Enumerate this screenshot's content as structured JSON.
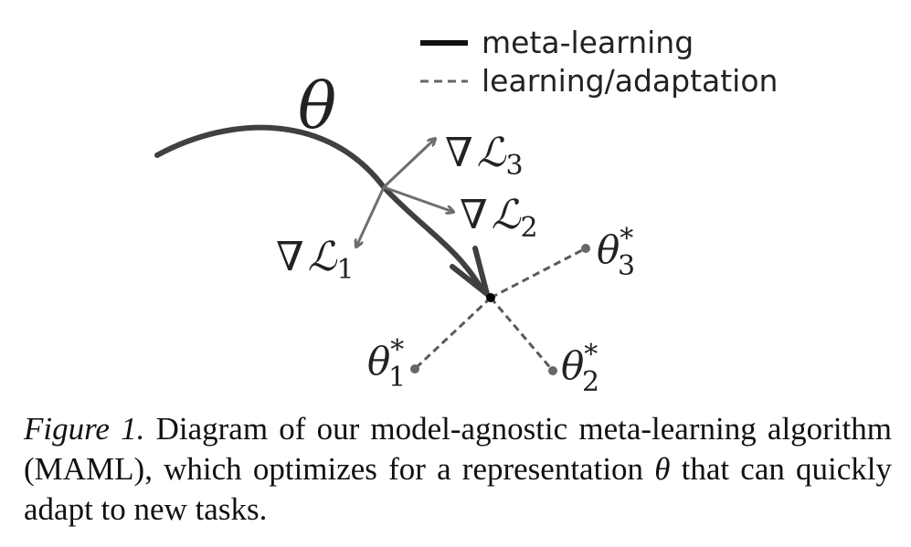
{
  "legend": {
    "solid_label": "meta-learning",
    "dashed_label": "learning/adaptation"
  },
  "diagram": {
    "theta": "θ",
    "grad_symbol": "∇",
    "loss_symbol": "ℒ",
    "grad_1_sub": "1",
    "grad_2_sub": "2",
    "grad_3_sub": "3",
    "opt_1_sub": "1",
    "opt_2_sub": "2",
    "opt_3_sub": "3",
    "star": "*"
  },
  "caption": {
    "label": "Figure 1.",
    "text_before": "Diagram of our model-agnostic meta-learning algorithm (MAML), which optimizes for a representation",
    "theta": "θ",
    "text_after": "that can quickly adapt to new tasks."
  },
  "colors": {
    "meta_path": "#404040",
    "gradient_arrows": "#6e6e6e",
    "adaptation_dashes": "#5a5a5a"
  }
}
